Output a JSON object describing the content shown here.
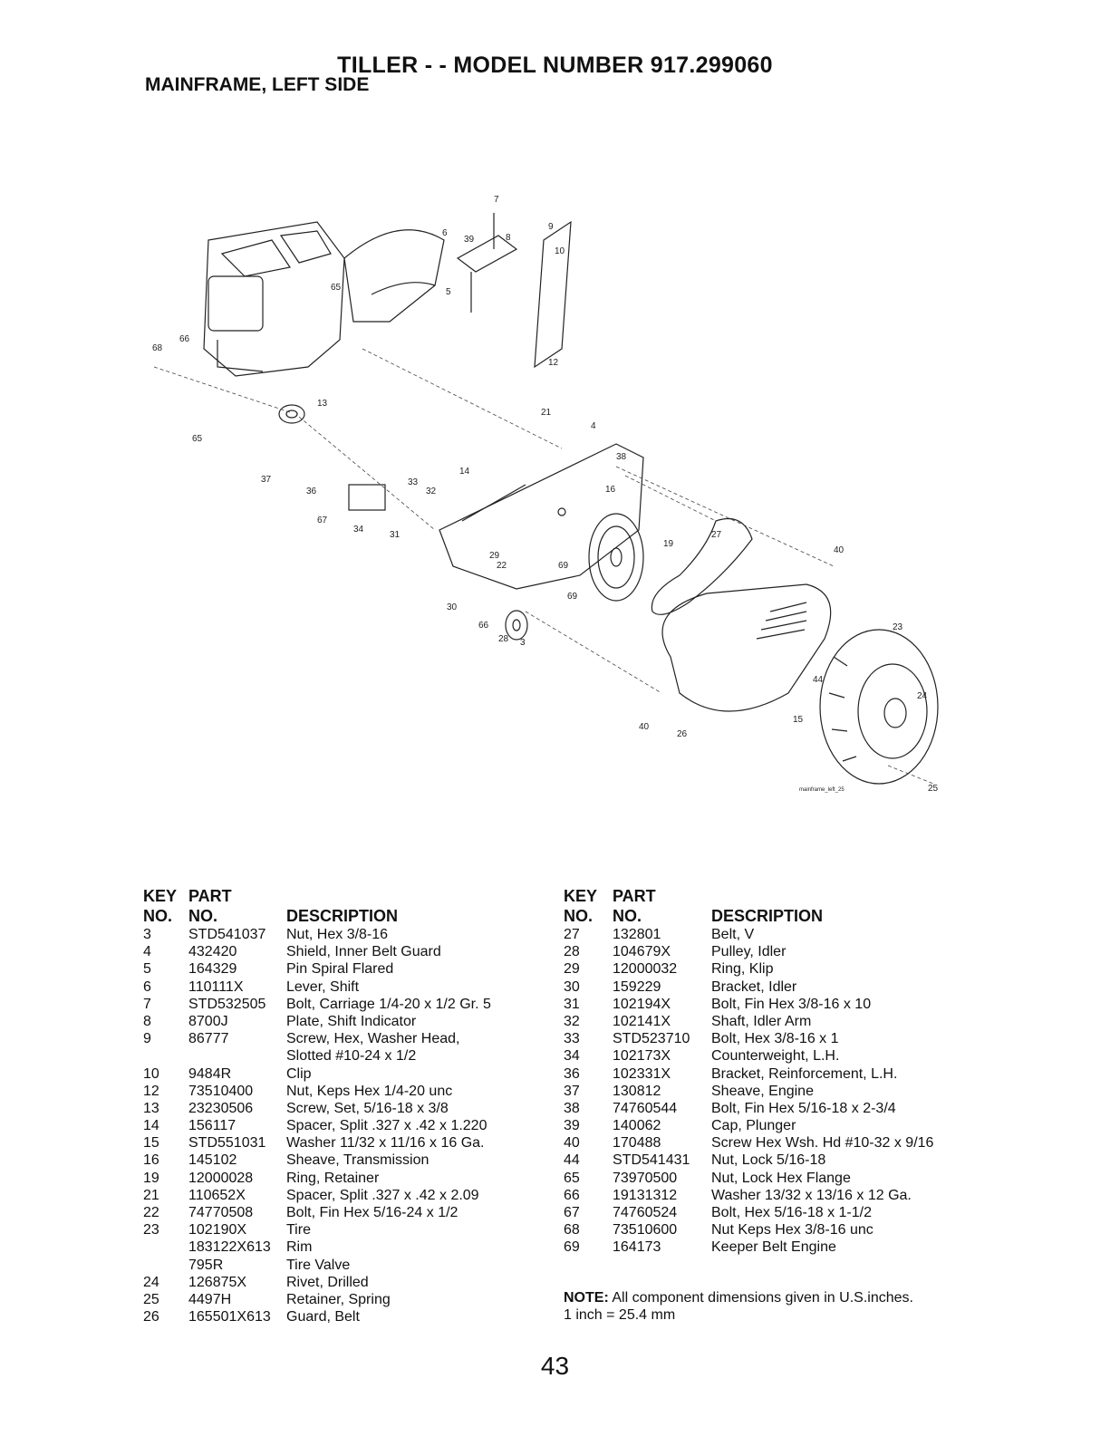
{
  "header": {
    "title": "TILLER - - MODEL NUMBER 917.299060",
    "subtitle": "MAINFRAME, LEFT SIDE"
  },
  "diagram": {
    "image_label": "mainframe_left_25",
    "callouts": [
      "7",
      "6",
      "39",
      "8",
      "9",
      "10",
      "5",
      "65",
      "12",
      "66",
      "68",
      "13",
      "65",
      "21",
      "4",
      "38",
      "37",
      "36",
      "33",
      "32",
      "14",
      "16",
      "67",
      "34",
      "31",
      "27",
      "40",
      "29",
      "22",
      "19",
      "69",
      "69",
      "30",
      "66",
      "28",
      "3",
      "23",
      "44",
      "24",
      "15",
      "40",
      "26",
      "25"
    ]
  },
  "columns": {
    "key": "KEY",
    "no": "NO.",
    "part": "PART",
    "description": "DESCRIPTION"
  },
  "left_parts": [
    {
      "key": "3",
      "part": "STD541037",
      "desc": "Nut, Hex 3/8-16"
    },
    {
      "key": "4",
      "part": "432420",
      "desc": "Shield, Inner Belt Guard"
    },
    {
      "key": "5",
      "part": "164329",
      "desc": "Pin Spiral Flared"
    },
    {
      "key": "6",
      "part": "110111X",
      "desc": "Lever, Shift"
    },
    {
      "key": "7",
      "part": "STD532505",
      "desc": "Bolt, Carriage 1/4-20 x 1/2 Gr. 5"
    },
    {
      "key": "8",
      "part": "8700J",
      "desc": "Plate, Shift Indicator"
    },
    {
      "key": "9",
      "part": "86777",
      "desc": "Screw, Hex, Washer Head,"
    },
    {
      "key": "",
      "part": "",
      "desc": "Slotted #10-24 x 1/2"
    },
    {
      "key": "10",
      "part": "9484R",
      "desc": "Clip"
    },
    {
      "key": "12",
      "part": "73510400",
      "desc": "Nut, Keps Hex 1/4-20 unc"
    },
    {
      "key": "13",
      "part": "23230506",
      "desc": "Screw, Set, 5/16-18 x 3/8"
    },
    {
      "key": "14",
      "part": "156117",
      "desc": "Spacer, Split .327 x .42 x 1.220"
    },
    {
      "key": "15",
      "part": "STD551031",
      "desc": "Washer 11/32 x 11/16 x 16 Ga."
    },
    {
      "key": "16",
      "part": "145102",
      "desc": "Sheave, Transmission"
    },
    {
      "key": "19",
      "part": "12000028",
      "desc": "Ring, Retainer"
    },
    {
      "key": "21",
      "part": "110652X",
      "desc": "Spacer, Split .327 x .42 x 2.09"
    },
    {
      "key": "22",
      "part": "74770508",
      "desc": "Bolt, Fin Hex 5/16-24 x 1/2"
    },
    {
      "key": "23",
      "part": "102190X",
      "desc": "Tire"
    },
    {
      "key": "",
      "part": "183122X613",
      "desc": "Rim"
    },
    {
      "key": "",
      "part": "795R",
      "desc": "Tire Valve"
    },
    {
      "key": "24",
      "part": "126875X",
      "desc": "Rivet, Drilled"
    },
    {
      "key": "25",
      "part": "4497H",
      "desc": "Retainer, Spring"
    },
    {
      "key": "26",
      "part": "165501X613",
      "desc": "Guard, Belt"
    }
  ],
  "right_parts": [
    {
      "key": "27",
      "part": "132801",
      "desc": "Belt, V"
    },
    {
      "key": "28",
      "part": "104679X",
      "desc": "Pulley, Idler"
    },
    {
      "key": "29",
      "part": "12000032",
      "desc": "Ring, Klip"
    },
    {
      "key": "30",
      "part": "159229",
      "desc": "Bracket, Idler"
    },
    {
      "key": "31",
      "part": "102194X",
      "desc": "Bolt, Fin Hex 3/8-16 x 10"
    },
    {
      "key": "32",
      "part": "102141X",
      "desc": "Shaft, Idler Arm"
    },
    {
      "key": "33",
      "part": "STD523710",
      "desc": "Bolt, Hex 3/8-16 x 1"
    },
    {
      "key": "34",
      "part": "102173X",
      "desc": "Counterweight, L.H."
    },
    {
      "key": "36",
      "part": "102331X",
      "desc": "Bracket, Reinforcement, L.H."
    },
    {
      "key": "37",
      "part": "130812",
      "desc": "Sheave, Engine"
    },
    {
      "key": "38",
      "part": "74760544",
      "desc": "Bolt, Fin Hex 5/16-18 x 2-3/4"
    },
    {
      "key": "39",
      "part": "140062",
      "desc": "Cap, Plunger"
    },
    {
      "key": "40",
      "part": "170488",
      "desc": "Screw Hex Wsh. Hd #10-32 x 9/16"
    },
    {
      "key": "44",
      "part": "STD541431",
      "desc": "Nut, Lock 5/16-18"
    },
    {
      "key": "65",
      "part": "73970500",
      "desc": "Nut, Lock Hex Flange"
    },
    {
      "key": "66",
      "part": "19131312",
      "desc": "Washer 13/32 x 13/16 x 12 Ga."
    },
    {
      "key": "67",
      "part": "74760524",
      "desc": "Bolt, Hex 5/16-18 x 1-1/2"
    },
    {
      "key": "68",
      "part": "73510600",
      "desc": "Nut Keps Hex 3/8-16 unc"
    },
    {
      "key": "69",
      "part": "164173",
      "desc": "Keeper Belt Engine"
    }
  ],
  "note": {
    "label": "NOTE:",
    "text": "All component dimensions given in U.S.inches.",
    "conversion": "1 inch = 25.4 mm"
  },
  "page_number": "43"
}
